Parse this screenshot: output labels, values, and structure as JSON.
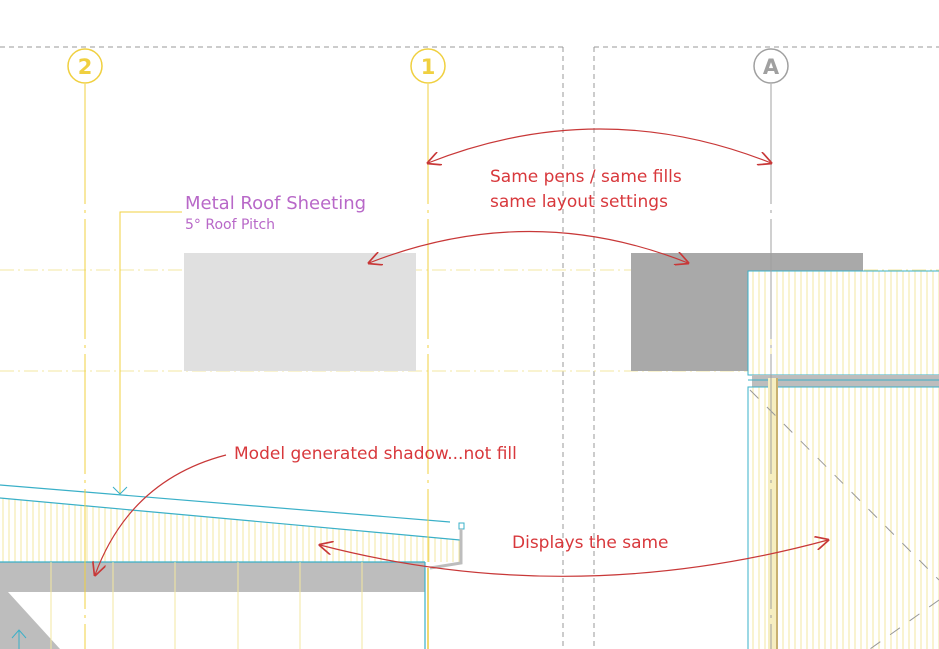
{
  "grid_bubbles": [
    {
      "label": "2",
      "color": "#f0d040"
    },
    {
      "label": "1",
      "color": "#f0d040"
    },
    {
      "label": "A",
      "color": "#a0a0a0"
    }
  ],
  "annotations": {
    "roof_title": "Metal Roof Sheeting",
    "roof_subtitle": "5° Roof Pitch",
    "same_line1": "Same pens / same fills",
    "same_line2": "same layout settings",
    "shadow_note": "Model generated shadow...not fill",
    "displays_same": "Displays the same"
  },
  "colors": {
    "annotation_red": "#d8383c",
    "roof_label_purple": "#b868c8",
    "hatch_yellow": "#f3e7a0",
    "outline_cyan": "#3ab0c8",
    "light_fill": "#e0e0e0",
    "dark_fill": "#a9a9a9",
    "shadow_gray": "#bdbdbd"
  }
}
